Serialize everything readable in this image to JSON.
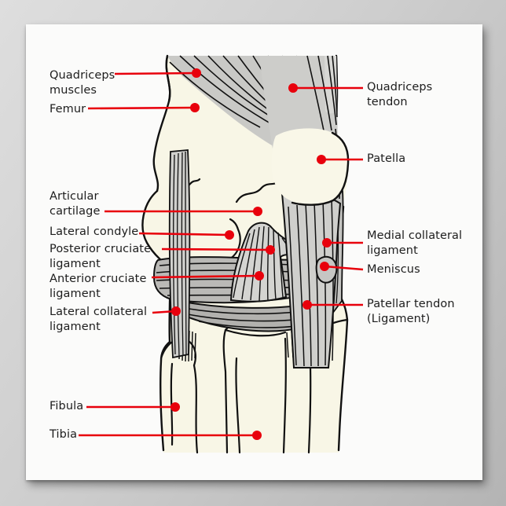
{
  "colors": {
    "accent_red": "#e8000c",
    "text": "#1d1d1d",
    "bone_cream": "#f8f6e6",
    "muscle_gray": "#c9c9c6",
    "tendon_gray": "#cfcfcc",
    "meniscus_gray": "#bababy7",
    "poster_white": "#fbfbfa"
  },
  "labels": {
    "left": [
      {
        "id": "quadriceps-muscles",
        "text": "Quadriceps\nmuscles"
      },
      {
        "id": "femur",
        "text": "Femur"
      },
      {
        "id": "articular-cartilage",
        "text": "Articular\ncartilage"
      },
      {
        "id": "lateral-condyle",
        "text": "Lateral condyle"
      },
      {
        "id": "posterior-cruciate-ligament",
        "text": "Posterior cruciate\nligament"
      },
      {
        "id": "anterior-cruciate-ligament",
        "text": "Anterior cruciate\nligament"
      },
      {
        "id": "lateral-collateral-ligament",
        "text": "Lateral collateral\nligament"
      },
      {
        "id": "fibula",
        "text": "Fibula"
      },
      {
        "id": "tibia",
        "text": "Tibia"
      }
    ],
    "right": [
      {
        "id": "quadriceps-tendon",
        "text": "Quadriceps\ntendon"
      },
      {
        "id": "patella",
        "text": "Patella"
      },
      {
        "id": "medial-collateral-ligament",
        "text": "Medial collateral\nligament"
      },
      {
        "id": "meniscus",
        "text": "Meniscus"
      },
      {
        "id": "patellar-tendon-ligament",
        "text": "Patellar tendon\n(Ligament)"
      }
    ]
  }
}
